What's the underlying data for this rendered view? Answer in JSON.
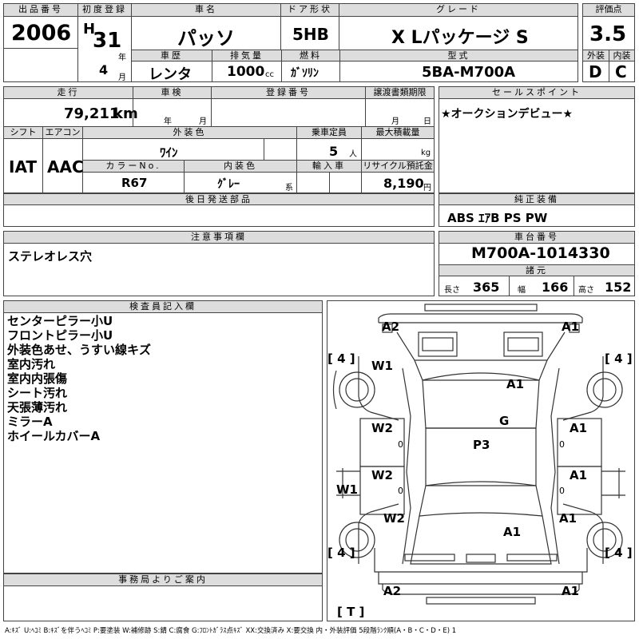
{
  "header": {
    "lot_label": "出品番号",
    "lot": "2006",
    "first_reg_label": "初度登録",
    "era": "H",
    "year": "31",
    "year_unit": "年",
    "month": "4",
    "month_unit": "月",
    "car_name_label": "車名",
    "car_name": "パッソ",
    "door_label": "ドア形状",
    "door": "5HB",
    "grade_label": "グレード",
    "grade": "X Lパッケージ S",
    "score_label": "評価点",
    "score": "3.5",
    "history_label": "車歴",
    "history": "レンタ",
    "displacement_label": "排気量",
    "displacement": "1000",
    "displacement_unit": "cc",
    "fuel_label": "燃料",
    "fuel": "ｶﾞｿﾘﾝ",
    "model_label": "型式",
    "model": "5BA-M700A",
    "ext_label": "外装",
    "ext": "D",
    "int_label": "内装",
    "int": "C"
  },
  "row2": {
    "mileage_label": "走行",
    "mileage": "79,211",
    "mileage_unit": "km",
    "inspection_label": "車検",
    "inspection_y": "年",
    "inspection_m": "月",
    "reg_label": "登録番号",
    "transfer_label": "譲渡書類期限",
    "transfer_m": "月",
    "transfer_d": "日",
    "sale_point_label": "セールスポイント",
    "sale_point": "★オークションデビュー★"
  },
  "row3": {
    "shift_label": "シフト",
    "shift": "IAT",
    "ac_label": "エアコン",
    "ac": "AAC",
    "ext_color_label": "外装色",
    "ext_color": "ﾜｲﾝ",
    "capacity_label": "乗車定員",
    "capacity": "5",
    "capacity_unit": "人",
    "load_label": "最大積載量",
    "load_unit": "kg",
    "color_no_label": "カラーNo.",
    "color_no": "R67",
    "int_color_label": "内装色",
    "int_color": "ｸﾞﾚｰ",
    "int_color_unit": "系",
    "import_label": "輸入車",
    "recycle_label": "リサイクル預託金",
    "recycle": "8,190",
    "recycle_unit": "円"
  },
  "later": {
    "label": "後日発送部品"
  },
  "equip": {
    "label": "純正装備",
    "value": "ABS ｴｱB PS PW"
  },
  "caution": {
    "label": "注意事項欄",
    "value": "ステレオレス穴"
  },
  "chassis": {
    "label": "車台番号",
    "value": "M700A-1014330",
    "dims_label": "諸元",
    "length_label": "長さ",
    "length": "365",
    "width_label": "幅",
    "width": "166",
    "height_label": "高さ",
    "height": "152"
  },
  "inspector": {
    "label": "検査員記入欄",
    "lines": [
      "センターピラー小U",
      "フロントピラー小U",
      "外装色あせ、うすい線キズ",
      "室内汚れ",
      "室内内張傷",
      "シート汚れ",
      "天張薄汚れ",
      "ミラーA",
      "ホイールカバーA"
    ]
  },
  "office": {
    "label": "事務局よりご案内"
  },
  "diagram_marks": {
    "front_left": "A2",
    "front_right": "A1",
    "tire_fl": "[ 4 ]",
    "tire_fr": "[ 4 ]",
    "tire_rl": "[ 4 ]",
    "tire_rr": "[ 4 ]",
    "mirror_l": "W1",
    "windshield_area": "A1",
    "roof_g": "G",
    "roof_p": "P3",
    "door_fl": "W2",
    "door_fl_zero": "0",
    "door_rl": "W2",
    "door_rl_zero": "0",
    "pillar_l": "W1",
    "quarter_l": "W2",
    "door_fr": "A1",
    "door_fr_zero": "0",
    "door_rr": "A1",
    "door_rr_zero": "0",
    "quarter_r": "A1",
    "trunk_area": "A1",
    "rear_left": "A2",
    "rear_right": "A1",
    "tire_t": "[ T ]"
  },
  "legend": "A:ｷｽﾞ U:ﾍｺﾐ B:ｷｽﾞを伴うﾍｺﾐ P:要塗装 W:補修跡 S:錆 C:腐食 G:ﾌﾛﾝﾄｶﾞﾗｽ点ｷｽﾞ XX:交換済み X:要交換 内・外装評価 5段階ﾗﾝｸ順(A・B・C・D・E) 1"
}
